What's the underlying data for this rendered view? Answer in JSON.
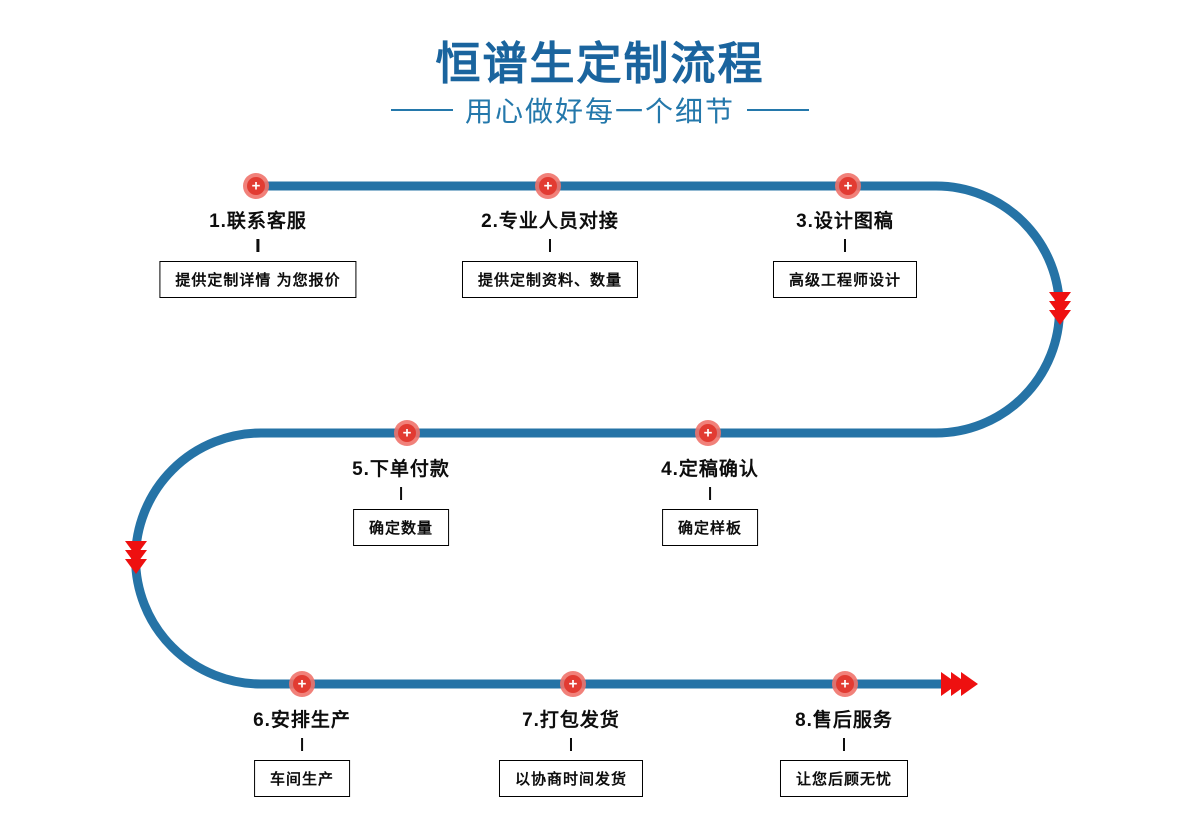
{
  "header": {
    "title": "恒谱生定制流程",
    "subtitle": "用心做好每一个细节"
  },
  "icons": {
    "plus": "+"
  },
  "colors": {
    "title_blue": "#1a649e",
    "subtitle_blue": "#2478ab",
    "path_blue": "#2573a6",
    "node_red_core": "#e23b32",
    "node_red_ring": "#f0736c",
    "arrow_red": "#ee1010"
  },
  "steps": [
    {
      "title": "1.联系客服",
      "detail": "提供定制详情 为您报价"
    },
    {
      "title": "2.专业人员对接",
      "detail": "提供定制资料、数量"
    },
    {
      "title": "3.设计图稿",
      "detail": "高级工程师设计"
    },
    {
      "title": "4.定稿确认",
      "detail": "确定样板"
    },
    {
      "title": "5.下单付款",
      "detail": "确定数量"
    },
    {
      "title": "6.安排生产",
      "detail": "车间生产"
    },
    {
      "title": "7.打包发货",
      "detail": "以协商时间发货"
    },
    {
      "title": "8.售后服务",
      "detail": "让您后顾无忧"
    }
  ]
}
